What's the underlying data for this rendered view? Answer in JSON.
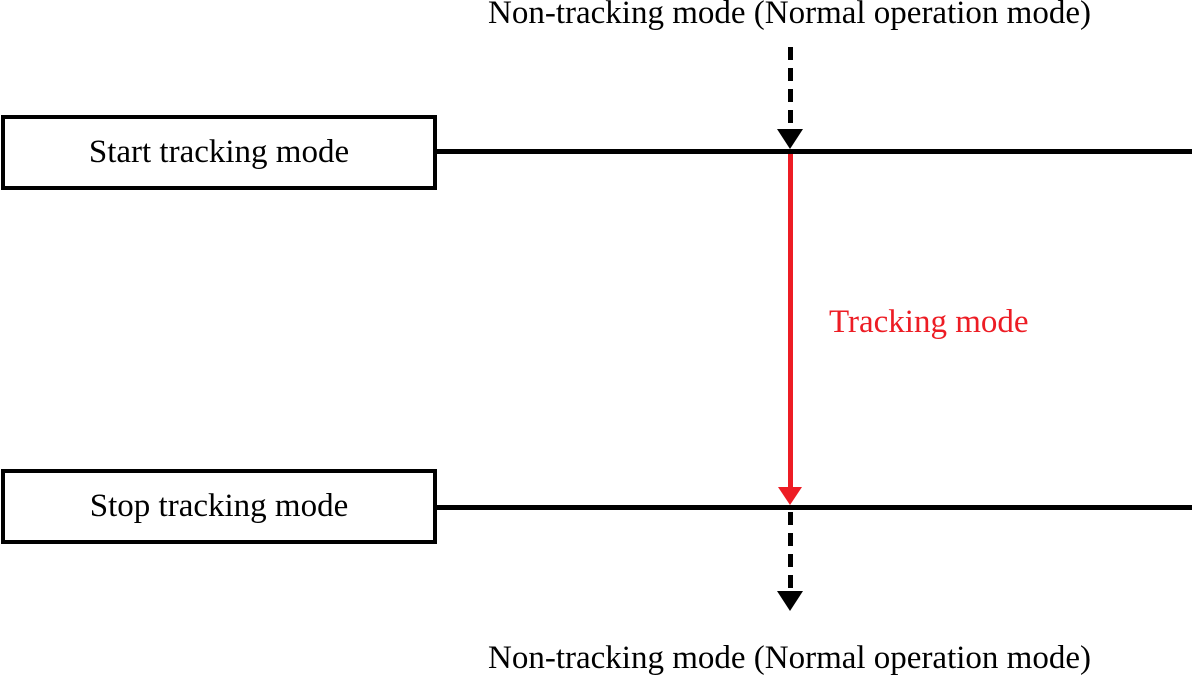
{
  "figure": {
    "top_label": "Non-tracking mode (Normal operation mode)",
    "bottom_label": "Non-tracking mode (Normal operation mode)",
    "tracking_label": "Tracking mode",
    "boxes": {
      "start": "Start tracking mode",
      "stop": "Stop tracking mode"
    },
    "colors": {
      "line": "#000000",
      "tracking_red": "#ed1c24",
      "background": "#ffffff"
    }
  }
}
